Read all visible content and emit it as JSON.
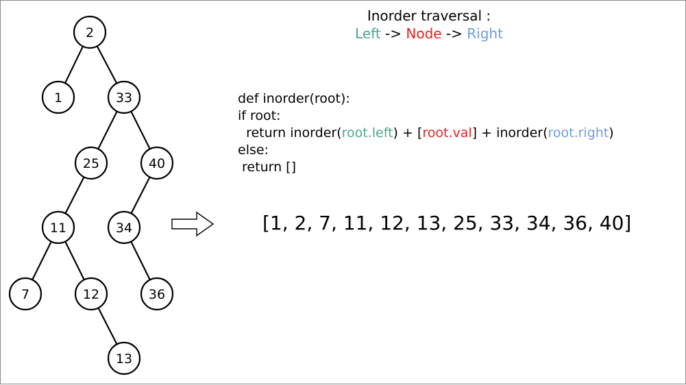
{
  "heading": {
    "title": "Inorder traversal :",
    "order": [
      {
        "text": "Left",
        "color": "#4aa88a"
      },
      {
        "text": " -> ",
        "color": "#000000"
      },
      {
        "text": "Node",
        "color": "#e8201e"
      },
      {
        "text": " -> ",
        "color": "#000000"
      },
      {
        "text": "Right",
        "color": "#6f9be0"
      }
    ]
  },
  "code": {
    "lines": [
      [
        {
          "text": "def inorder(root):",
          "color": "#000000"
        }
      ],
      [
        {
          "text": "if root:",
          "color": "#000000"
        }
      ],
      [
        {
          "text": "  return inorder(",
          "color": "#000000"
        },
        {
          "text": "root.left",
          "color": "#4aa88a"
        },
        {
          "text": ") + [",
          "color": "#000000"
        },
        {
          "text": "root.val",
          "color": "#e8201e"
        },
        {
          "text": "] + inorder(",
          "color": "#000000"
        },
        {
          "text": "root.right",
          "color": "#6f9be0"
        },
        {
          "text": ")",
          "color": "#000000"
        }
      ],
      [
        {
          "text": "else:",
          "color": "#000000"
        }
      ],
      [
        {
          "text": " return []",
          "color": "#000000"
        }
      ]
    ]
  },
  "result": "[1, 2, 7, 11, 12, 13, 25, 33, 34, 36, 40]",
  "tree": {
    "nodes": [
      {
        "id": "n2",
        "label": "2"
      },
      {
        "id": "n1",
        "label": "1"
      },
      {
        "id": "n33",
        "label": "33"
      },
      {
        "id": "n25",
        "label": "25"
      },
      {
        "id": "n40",
        "label": "40"
      },
      {
        "id": "n11",
        "label": "11"
      },
      {
        "id": "n34",
        "label": "34"
      },
      {
        "id": "n7",
        "label": "7"
      },
      {
        "id": "n12",
        "label": "12"
      },
      {
        "id": "n36",
        "label": "36"
      },
      {
        "id": "n13",
        "label": "13"
      }
    ],
    "edges": [
      [
        "n2",
        "n1"
      ],
      [
        "n2",
        "n33"
      ],
      [
        "n33",
        "n25"
      ],
      [
        "n33",
        "n40"
      ],
      [
        "n25",
        "n11"
      ],
      [
        "n40",
        "n34"
      ],
      [
        "n11",
        "n7"
      ],
      [
        "n11",
        "n12"
      ],
      [
        "n34",
        "n36"
      ],
      [
        "n12",
        "n13"
      ]
    ]
  },
  "arrow": {
    "icon": "right-arrow-icon"
  }
}
